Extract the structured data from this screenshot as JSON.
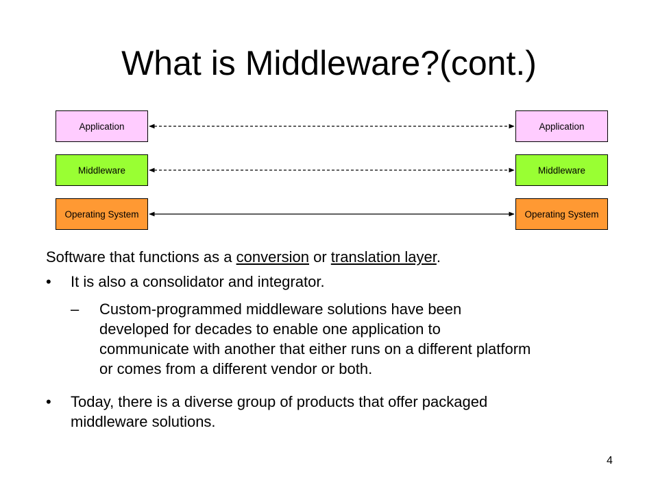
{
  "slide": {
    "title": "What is Middleware?(cont.)",
    "page_number": "4"
  },
  "diagram": {
    "left_stack": [
      "Application",
      "Middleware",
      "Operating System"
    ],
    "right_stack": [
      "Application",
      "Middleware",
      "Operating System"
    ],
    "connections": [
      {
        "layer": "Application",
        "style": "dashed"
      },
      {
        "layer": "Middleware",
        "style": "dashed"
      },
      {
        "layer": "Operating System",
        "style": "solid"
      }
    ],
    "colors": {
      "application": "#ffccff",
      "middleware": "#99ff33",
      "operating_system": "#ff9933"
    }
  },
  "content": {
    "intro_prefix": "Software that functions as a ",
    "intro_link1": "conversion",
    "intro_middle": " or ",
    "intro_link2": "translation layer",
    "intro_suffix": ".",
    "bullet1": "It is also a consolidator and integrator.",
    "subbullet1_lines": [
      "Custom-programmed middleware solutions have been",
      "developed for decades to enable one application to",
      "communicate with another that either runs on a different platform",
      "or comes from a different vendor or both."
    ],
    "bullet2_lines": [
      "Today, there is a diverse group of products that offer packaged",
      "middleware solutions."
    ],
    "bullet_symbol": "•",
    "dash_symbol": "–"
  }
}
